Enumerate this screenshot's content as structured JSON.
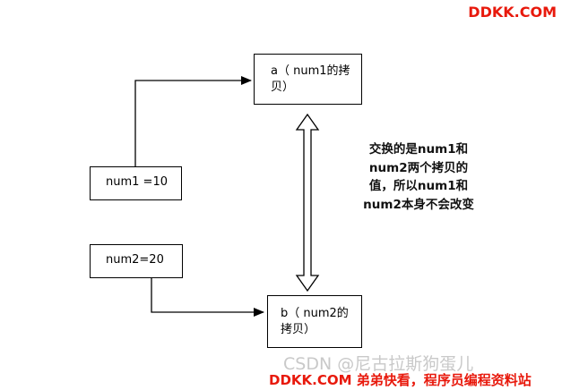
{
  "nodes": {
    "num1": "num1 =10",
    "num2": "num2=20",
    "a": "a（ num1的拷贝）",
    "b": "b（ num2的拷贝）"
  },
  "note": "交换的是num1和num2两个拷贝的值，所以num1和num2本身不会改变",
  "brand_top": "DDKK.COM",
  "watermark": "CSDN @尼古拉斯狗蛋儿",
  "brand_bottom": "DDKK.COM 弟弟快看，程序员编程资料站",
  "colors": {
    "brand": "#e8190c",
    "watermark": "#c9c9c9",
    "line": "#000000"
  }
}
